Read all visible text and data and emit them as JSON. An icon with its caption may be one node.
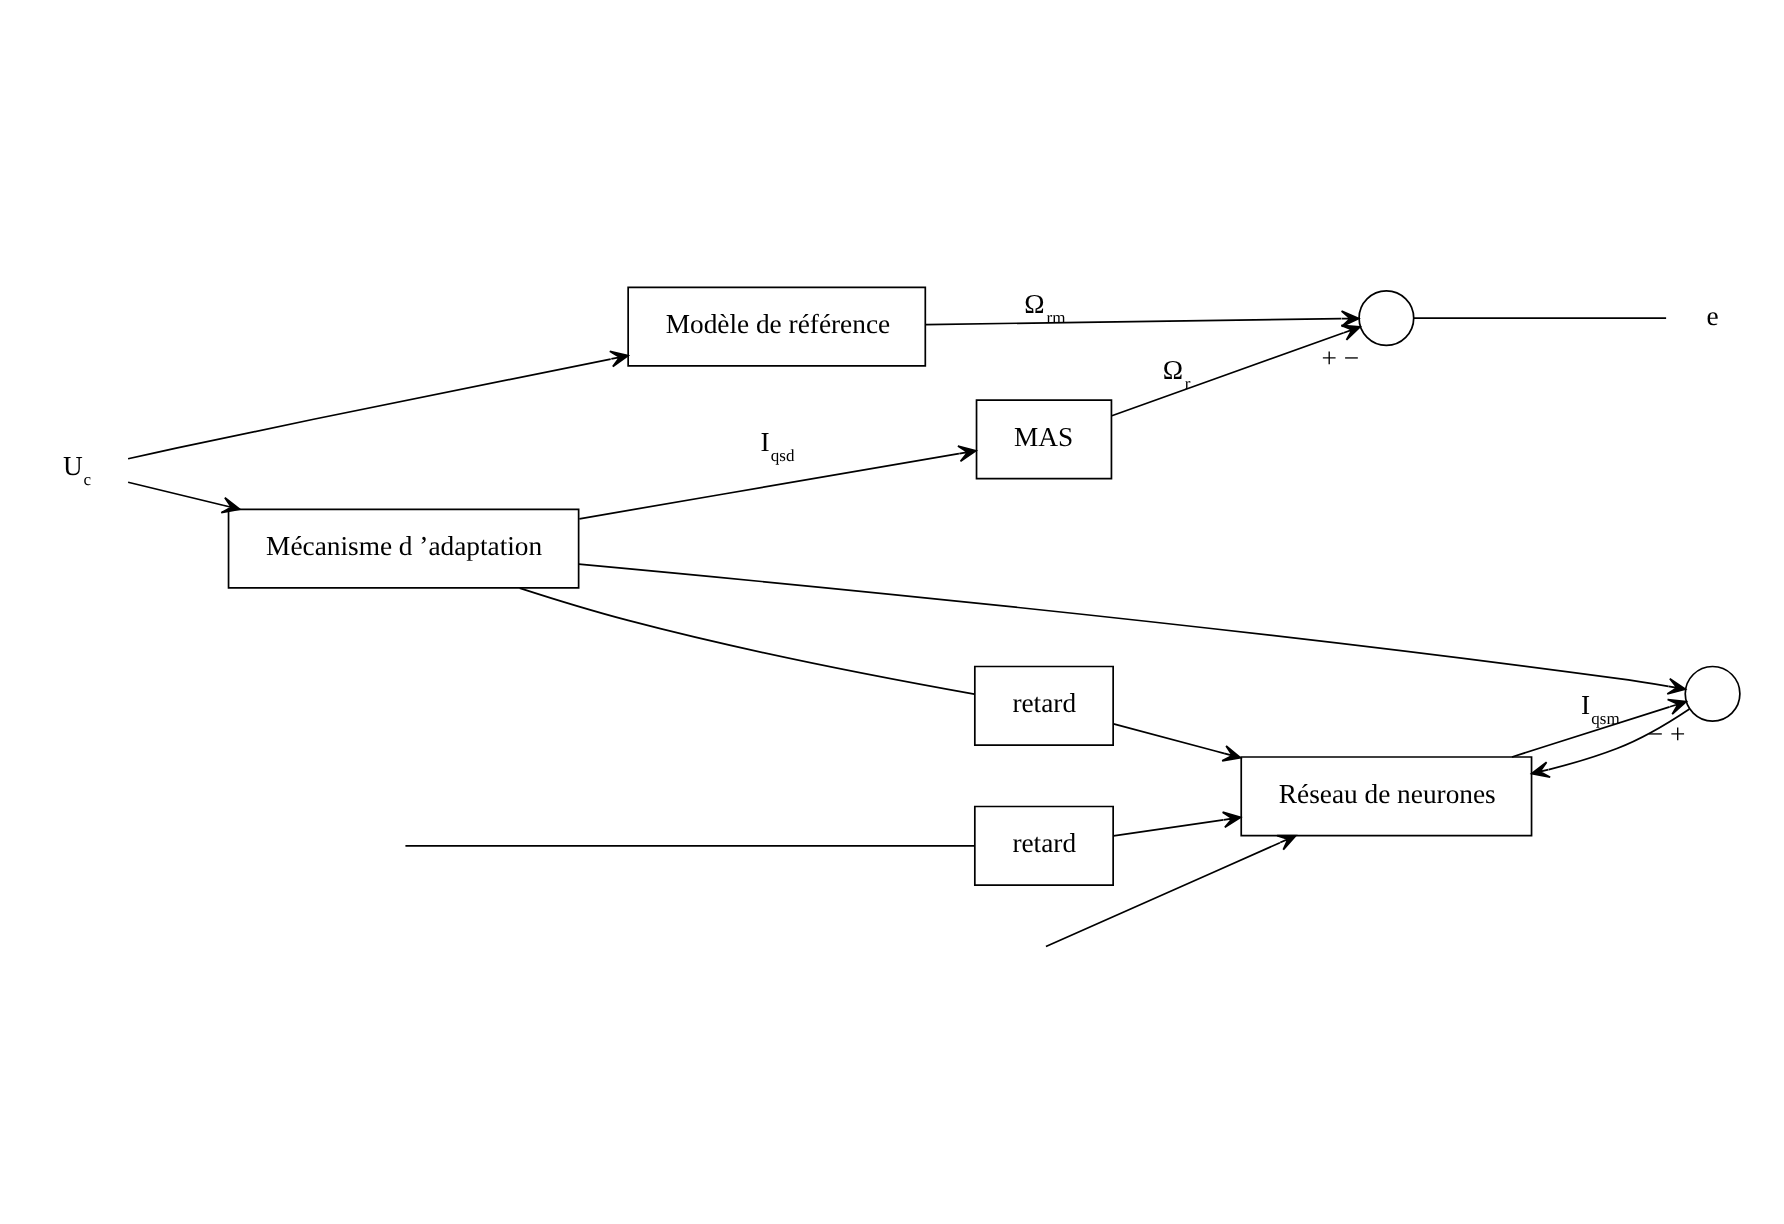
{
  "diagram": {
    "nodes": [
      {
        "text": [
          "U$_{c}$"
        ]
      },
      {
        "text": [
          "Modèle de référence"
        ]
      },
      {
        "text": [
          "Mécanisme d ’adaptation"
        ]
      },
      {
        "text": [
          "MAS"
        ]
      },
      {
        "text": [],
        "shape": "circle",
        "beside": [
          "+",
          "−"
        ]
      },
      {
        "text": [
          "e"
        ]
      },
      {
        "text": [
          "retard"
        ]
      },
      {
        "text": [
          "Réseau de neurones"
        ]
      },
      {
        "text": [],
        "shape": "circle",
        "beside": [
          "−",
          "+"
        ]
      },
      {
        "text": [
          "retard"
        ]
      }
    ],
    "edges": [
      {
        "from": 0,
        "to": 1,
        "arrow": "to"
      },
      {
        "from": 0,
        "to": 2,
        "arrow": "to"
      },
      {
        "from": 1,
        "to": 4,
        "arrow": "to",
        "label": "Ω$_{rm}$"
      },
      {
        "from": 2,
        "to": 3,
        "arrow": "to",
        "label": "I$_{qsd}$"
      },
      {
        "from": 3,
        "to": 4,
        "arrow": "to",
        "label": "Ω$_{r}$"
      },
      {
        "from": 4,
        "to": 5,
        "arrow": "none"
      },
      {
        "from": 2,
        "to": 6,
        "arrow": "none"
      },
      {
        "from": 2,
        "to": 8,
        "arrow": "to"
      },
      {
        "from": 6,
        "to": 7,
        "arrow": "to"
      },
      {
        "from": 7,
        "to": 8,
        "arrow": "to",
        "label": "I$_{qsm}$"
      },
      {
        "from": 8,
        "to": 7,
        "arrow": "to"
      },
      {
        "from": 9,
        "to": 7,
        "arrow": "to"
      },
      {
        "from": null,
        "to": 7,
        "arrow": "to"
      },
      {
        "from": null,
        "to": 9,
        "arrow": "none"
      }
    ]
  }
}
